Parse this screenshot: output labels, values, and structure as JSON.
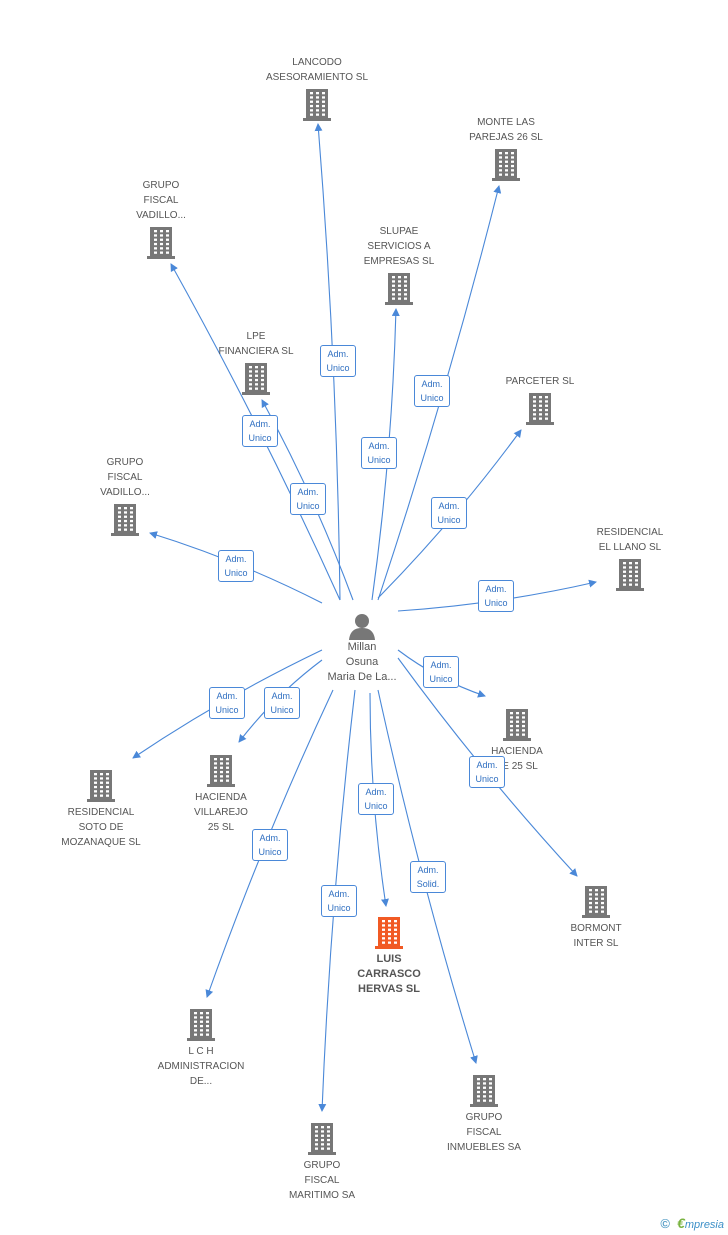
{
  "center": {
    "label": "Millan\nOsuna\nMaria De La..."
  },
  "colors": {
    "edge": "#4a88d8",
    "building": "#777777",
    "focus": "#f15a24",
    "label": "#555555"
  },
  "nodes": [
    {
      "id": "lancodo",
      "label": "LANCODO\nASESORAMIENTO SL",
      "role": "Adm.\nUnico"
    },
    {
      "id": "monte",
      "label": "MONTE LAS\nPAREJAS 26 SL",
      "role": "Adm.\nUnico"
    },
    {
      "id": "grupo1",
      "label": "GRUPO\nFISCAL\nVADILLO...",
      "role": "Adm.\nUnico"
    },
    {
      "id": "slupae",
      "label": "SLUPAE\nSERVICIOS A\nEMPRESAS SL",
      "role": "Adm.\nUnico"
    },
    {
      "id": "lpe",
      "label": "LPE\nFINANCIERA SL",
      "role": "Adm.\nUnico"
    },
    {
      "id": "parceter",
      "label": "PARCETER SL",
      "role": "Adm.\nUnico"
    },
    {
      "id": "grupo2",
      "label": "GRUPO\nFISCAL\nVADILLO...",
      "role": "Adm.\nUnico"
    },
    {
      "id": "residencial1",
      "label": "RESIDENCIAL\nEL LLANO SL",
      "role": "Adm.\nUnico"
    },
    {
      "id": "hacienda1",
      "label": "HACIENDA\n   TE 25 SL",
      "role": "Adm.\nUnico"
    },
    {
      "id": "residencial2",
      "label": "RESIDENCIAL\nSOTO DE\nMOZANAQUE SL",
      "role": "Adm.\nUnico"
    },
    {
      "id": "hacienda2",
      "label": "HACIENDA\nVILLAREJO\n25 SL",
      "role": "Adm.\nUnico"
    },
    {
      "id": "bormont",
      "label": "BORMONT\nINTER SL",
      "role": "Adm.\nUnico"
    },
    {
      "id": "luis",
      "label": "LUIS\nCARRASCO\nHERVAS SL",
      "role": "Adm.\nUnico"
    },
    {
      "id": "lch",
      "label": "L C H\nADMINISTRACION\nDE...",
      "role": "Adm.\nUnico"
    },
    {
      "id": "grupo3",
      "label": "GRUPO\nFISCAL\nINMUEBLES SA",
      "role": "Adm.\nSolid."
    },
    {
      "id": "grupo4",
      "label": "GRUPO\nFISCAL\nMARITIMO SA",
      "role": "Adm.\nUnico"
    }
  ],
  "brand": {
    "copyright": "©",
    "logo_e": "€",
    "logo_text": "mpresia"
  }
}
